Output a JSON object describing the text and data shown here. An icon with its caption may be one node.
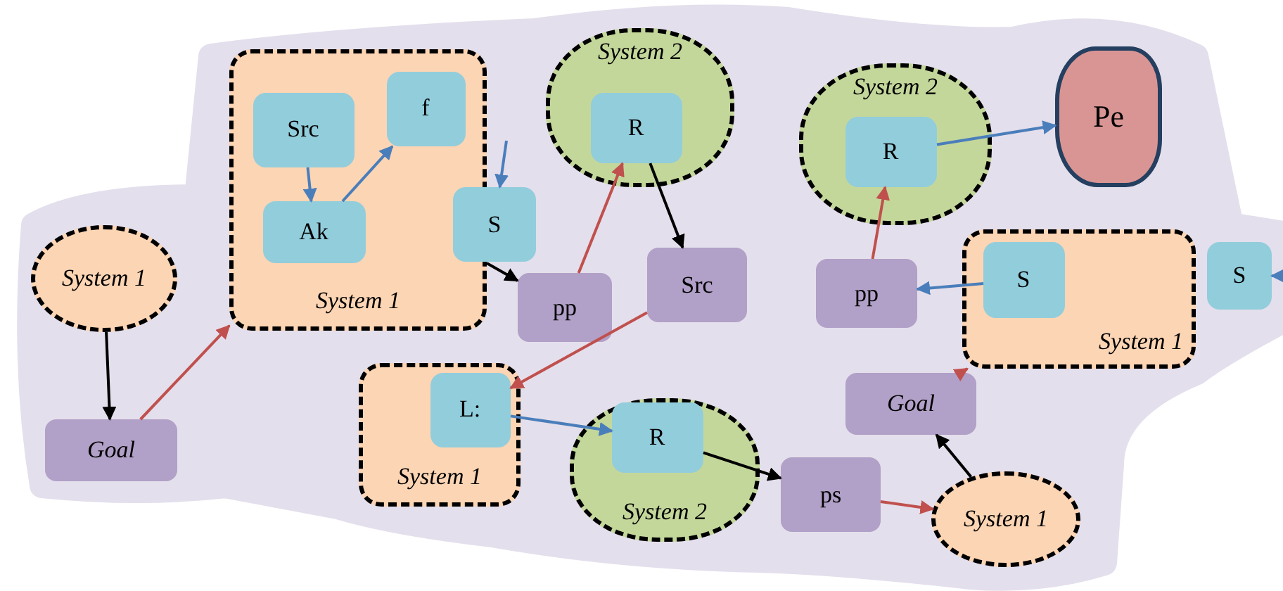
{
  "diagram": {
    "nodes": [
      {
        "text": [
          "System 1"
        ]
      },
      {
        "text": [
          "Goal"
        ]
      },
      {
        "text": [
          "System 1"
        ]
      },
      {
        "text": [
          "Src"
        ],
        "in": 2
      },
      {
        "text": [
          "f"
        ],
        "in": 2
      },
      {
        "text": [
          "Ak"
        ],
        "in": 2
      },
      {
        "text": [
          "S"
        ]
      },
      {
        "text": [
          "System 2"
        ]
      },
      {
        "text": [
          "R"
        ],
        "in": 7
      },
      {
        "text": [
          "pp"
        ]
      },
      {
        "text": [
          "Src"
        ]
      },
      {
        "text": [
          "System 1"
        ]
      },
      {
        "text": [
          "L:"
        ],
        "in": 11
      },
      {
        "text": [
          "System 2"
        ]
      },
      {
        "text": [
          "R"
        ],
        "in": 13
      },
      {
        "text": [
          "ps"
        ]
      },
      {
        "text": [
          "System 2"
        ]
      },
      {
        "text": [
          "R"
        ],
        "in": 16
      },
      {
        "text": [
          "Pe"
        ]
      },
      {
        "text": [
          "pp"
        ]
      },
      {
        "text": [
          "System 1"
        ]
      },
      {
        "text": [
          "S"
        ],
        "in": 20
      },
      {
        "text": [
          "S"
        ]
      },
      {
        "text": [
          "Goal"
        ]
      },
      {
        "text": [
          "System 1"
        ]
      }
    ],
    "edges": [
      {
        "from": 0,
        "to": 1,
        "arrow": "to",
        "color": "#000000"
      },
      {
        "from": 1,
        "to": 2,
        "arrow": "to",
        "color": "#c0504d"
      },
      {
        "from": 3,
        "to": 5,
        "arrow": "to",
        "color": "#4a7ebb"
      },
      {
        "from": 5,
        "to": 4,
        "arrow": "to",
        "color": "#4a7ebb"
      },
      {
        "from": null,
        "to": 6,
        "arrow": "to",
        "color": "#4a7ebb"
      },
      {
        "from": 2,
        "to": 9,
        "arrow": "to",
        "color": "#000000"
      },
      {
        "from": 9,
        "to": 8,
        "arrow": "to",
        "color": "#c0504d"
      },
      {
        "from": 8,
        "to": 10,
        "arrow": "to",
        "color": "#000000"
      },
      {
        "from": 10,
        "to": 12,
        "arrow": "to",
        "color": "#c0504d"
      },
      {
        "from": 12,
        "to": 14,
        "arrow": "to",
        "color": "#4a7ebb"
      },
      {
        "from": 14,
        "to": 15,
        "arrow": "to",
        "color": "#000000"
      },
      {
        "from": 15,
        "to": 24,
        "arrow": "to",
        "color": "#c0504d"
      },
      {
        "from": 24,
        "to": 23,
        "arrow": "to",
        "color": "#000000"
      },
      {
        "from": 23,
        "to": 20,
        "arrow": "to",
        "color": "#c0504d"
      },
      {
        "from": 21,
        "to": 19,
        "arrow": "to",
        "color": "#4a7ebb"
      },
      {
        "from": 19,
        "to": 17,
        "arrow": "to",
        "color": "#c0504d"
      },
      {
        "from": 17,
        "to": 18,
        "arrow": "to",
        "color": "#4a7ebb"
      },
      {
        "from": null,
        "to": 22,
        "arrow": "to",
        "color": "#4a7ebb"
      }
    ]
  }
}
